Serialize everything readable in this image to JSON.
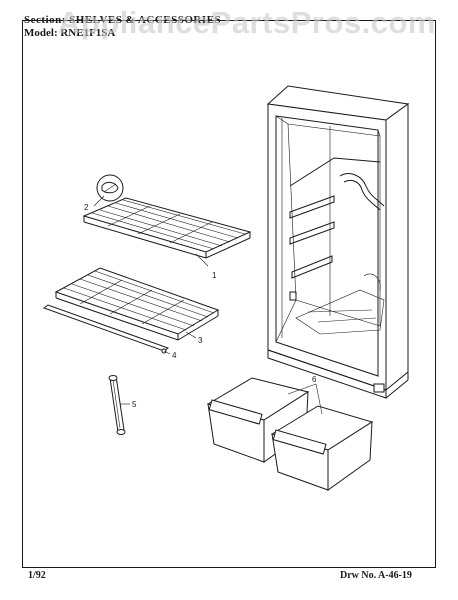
{
  "header": {
    "section_label": "Section: SHELVES & ACCESSORIES",
    "model_label": "Model: RNE1F1SA"
  },
  "watermark": {
    "text": "AppliancePartsPros.com"
  },
  "callouts": {
    "c1": "1",
    "c2": "2",
    "c3": "3",
    "c4": "4",
    "c5": "5",
    "c6": "6"
  },
  "footer": {
    "date": "1/92",
    "drawing_number": "Drw No. A-46-19"
  }
}
